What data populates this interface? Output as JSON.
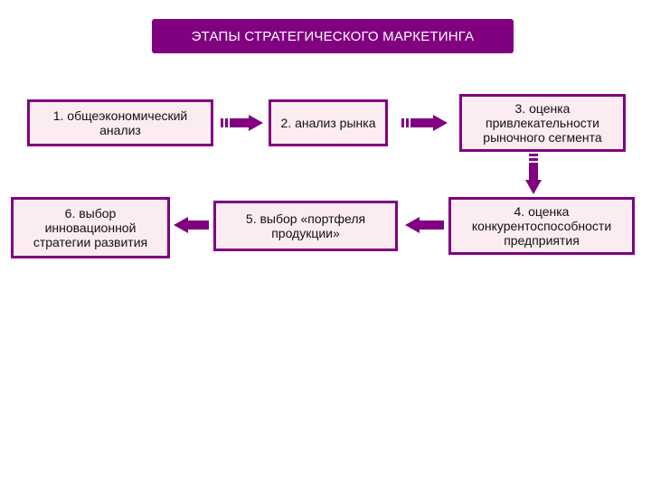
{
  "title": "ЭТАПЫ СТРАТЕГИЧЕСКОГО МАРКЕТИНГА",
  "stages": [
    {
      "label": "1. общеэкономический анализ"
    },
    {
      "label": "2. анализ рынка"
    },
    {
      "label": "3. оценка привлекательности рыночного сегмента"
    },
    {
      "label": "4. оценка конкурентоспособности предприятия"
    },
    {
      "label": "5. выбор «портфеля продукции»"
    },
    {
      "label": "6. выбор инновационной стратегии развития"
    }
  ],
  "colors": {
    "accent": "#800080",
    "box_fill": "#fbecf1",
    "title_text": "#ffffff"
  },
  "icons": {
    "flow_arrow": "right-arrow-icon"
  }
}
